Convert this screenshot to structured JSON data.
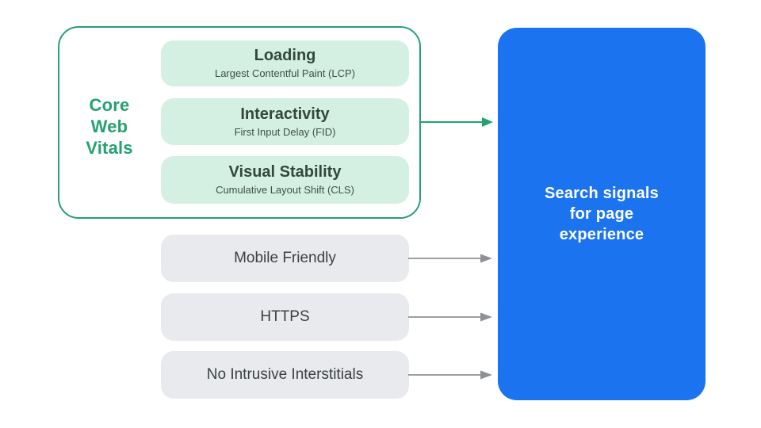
{
  "colors": {
    "green": "#24a16f",
    "green_pill_bg": "#d3f0e2",
    "green_pill_text": "#33463e",
    "gray_pill_bg": "#e8eaed",
    "gray_pill_text": "#3c4043",
    "gray_arrow": "#8d9196",
    "blue_panel_bg": "#1b73f0",
    "blue_panel_text": "#ffffff",
    "background": "#ffffff"
  },
  "core_web_vitals": {
    "label": "Core\nWeb\nVitals",
    "items": [
      {
        "title": "Loading",
        "subtitle": "Largest Contentful Paint (LCP)"
      },
      {
        "title": "Interactivity",
        "subtitle": "First Input Delay (FID)"
      },
      {
        "title": "Visual Stability",
        "subtitle": "Cumulative Layout Shift (CLS)"
      }
    ]
  },
  "other_signals": [
    {
      "label": "Mobile Friendly"
    },
    {
      "label": "HTTPS"
    },
    {
      "label": "No Intrusive Interstitials"
    }
  ],
  "result_panel": {
    "text": "Search signals\nfor page\nexperience"
  }
}
